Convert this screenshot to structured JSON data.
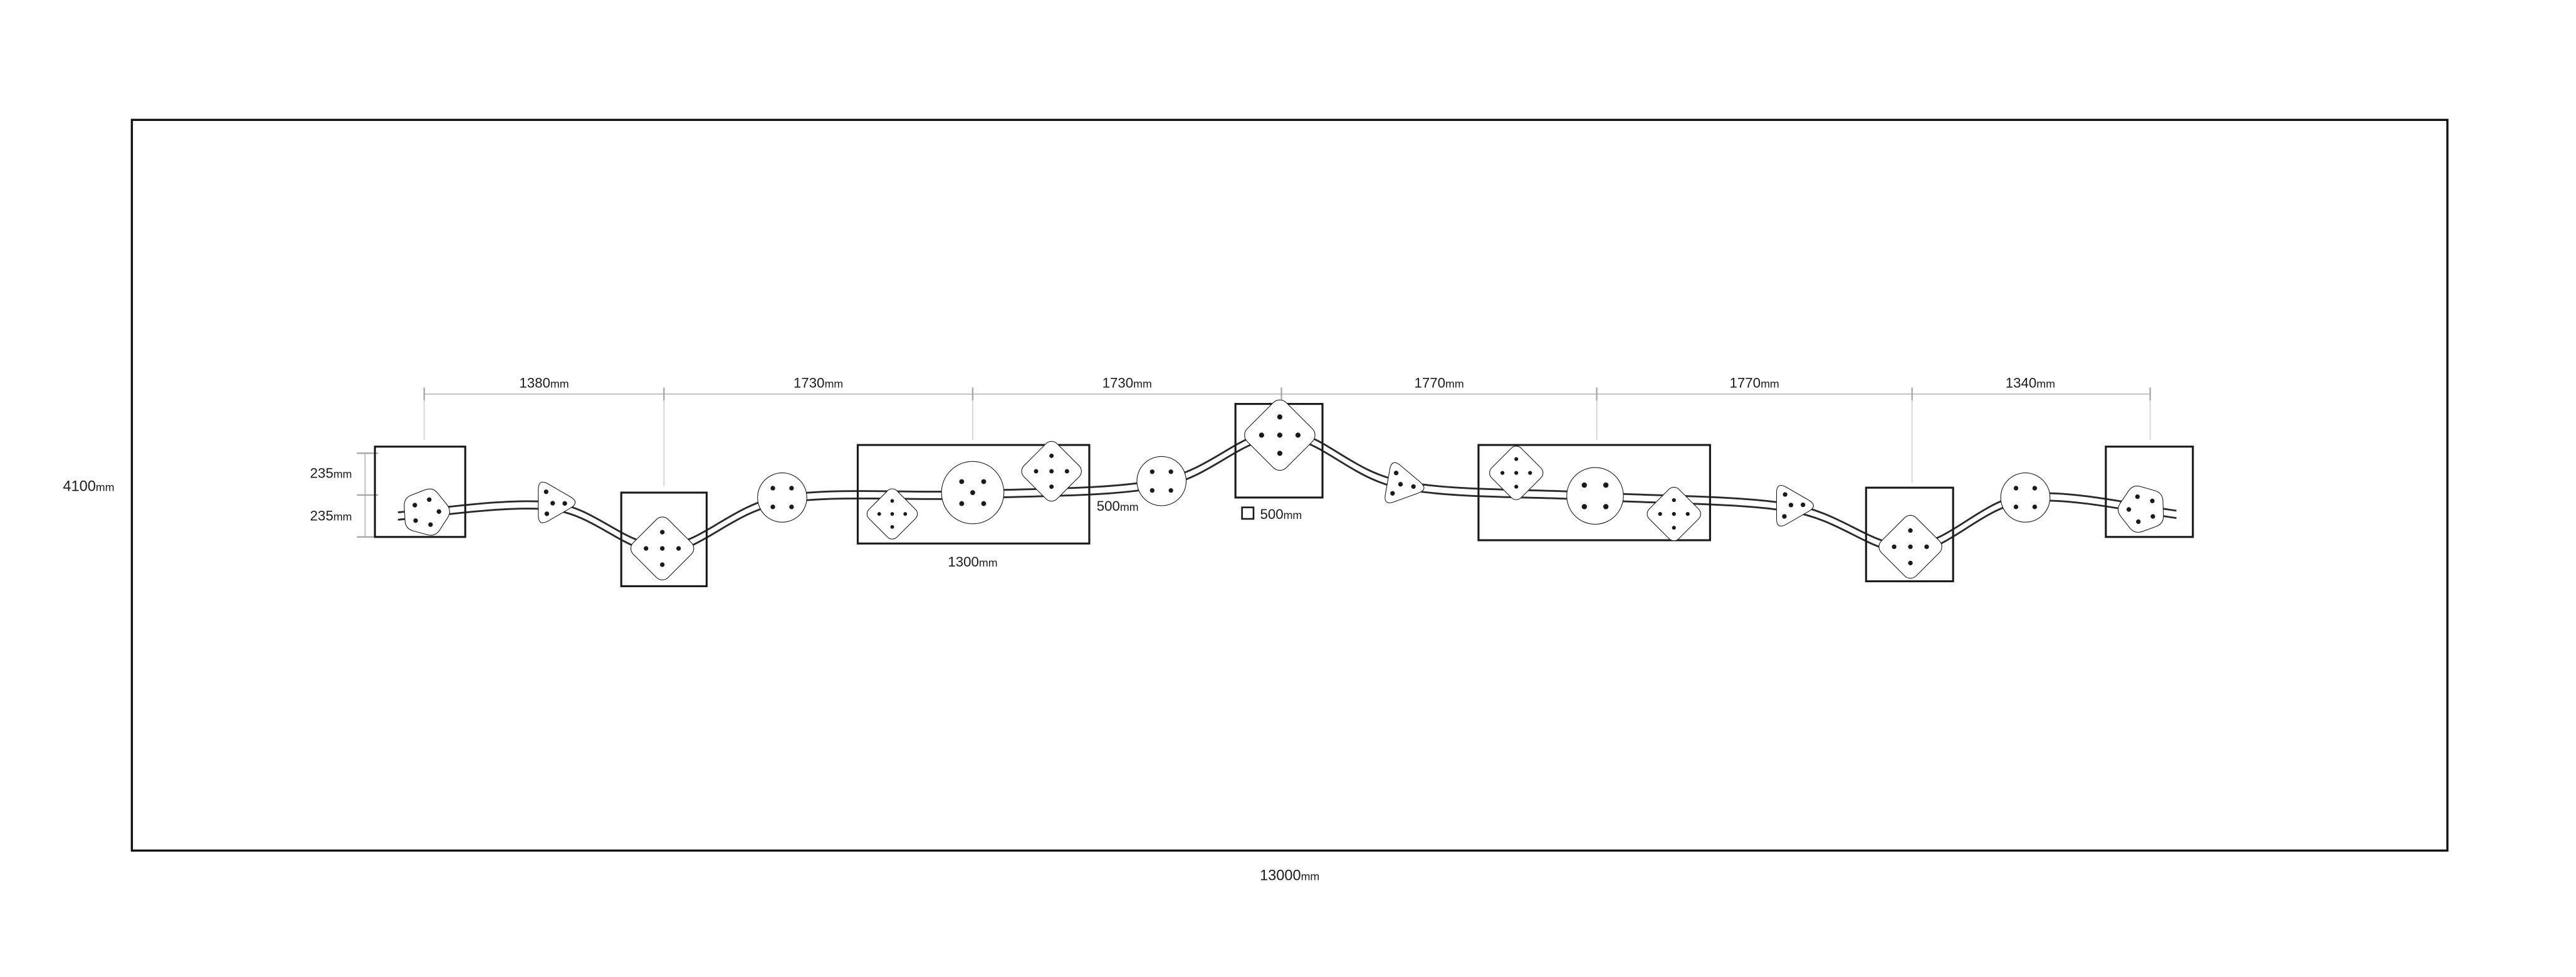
{
  "drawing": {
    "total_width": {
      "value": "13000",
      "unit": "mm"
    },
    "total_height": {
      "value": "4100",
      "unit": "mm"
    },
    "top_dimensions": [
      {
        "value": "1380",
        "unit": "mm"
      },
      {
        "value": "1730",
        "unit": "mm"
      },
      {
        "value": "1730",
        "unit": "mm"
      },
      {
        "value": "1770",
        "unit": "mm"
      },
      {
        "value": "1770",
        "unit": "mm"
      },
      {
        "value": "1340",
        "unit": "mm"
      }
    ],
    "left_offsets": [
      {
        "value": "235",
        "unit": "mm"
      },
      {
        "value": "235",
        "unit": "mm"
      }
    ],
    "platform_length": {
      "value": "1300",
      "unit": "mm"
    },
    "pod_diameter": {
      "value": "500",
      "unit": "mm"
    },
    "legend": {
      "value": "500",
      "unit": "mm"
    }
  }
}
